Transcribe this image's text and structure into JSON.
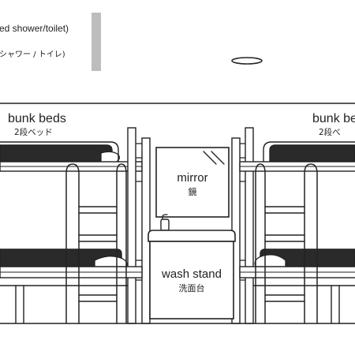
{
  "colors": {
    "line": "#222222",
    "background": "#ffffff",
    "bed_surface": "#2a2a2a",
    "partition_bar": "#bdbdbd"
  },
  "header": {
    "label_en": "ed shower/toilet)",
    "label_jp": "シャワー / トイレ)"
  },
  "left_beds": {
    "label_en": "bunk beds",
    "label_jp": "2段ベッド"
  },
  "right_beds": {
    "label_en": "bunk be",
    "label_jp": "2段べ"
  },
  "mirror": {
    "label_en": "mirror",
    "label_jp": "鏡"
  },
  "wash_stand": {
    "label_en": "wash stand",
    "label_jp": "洗面台"
  },
  "icons": {
    "ceiling_light": "ceiling-light-icon",
    "faucet": "faucet-icon"
  }
}
